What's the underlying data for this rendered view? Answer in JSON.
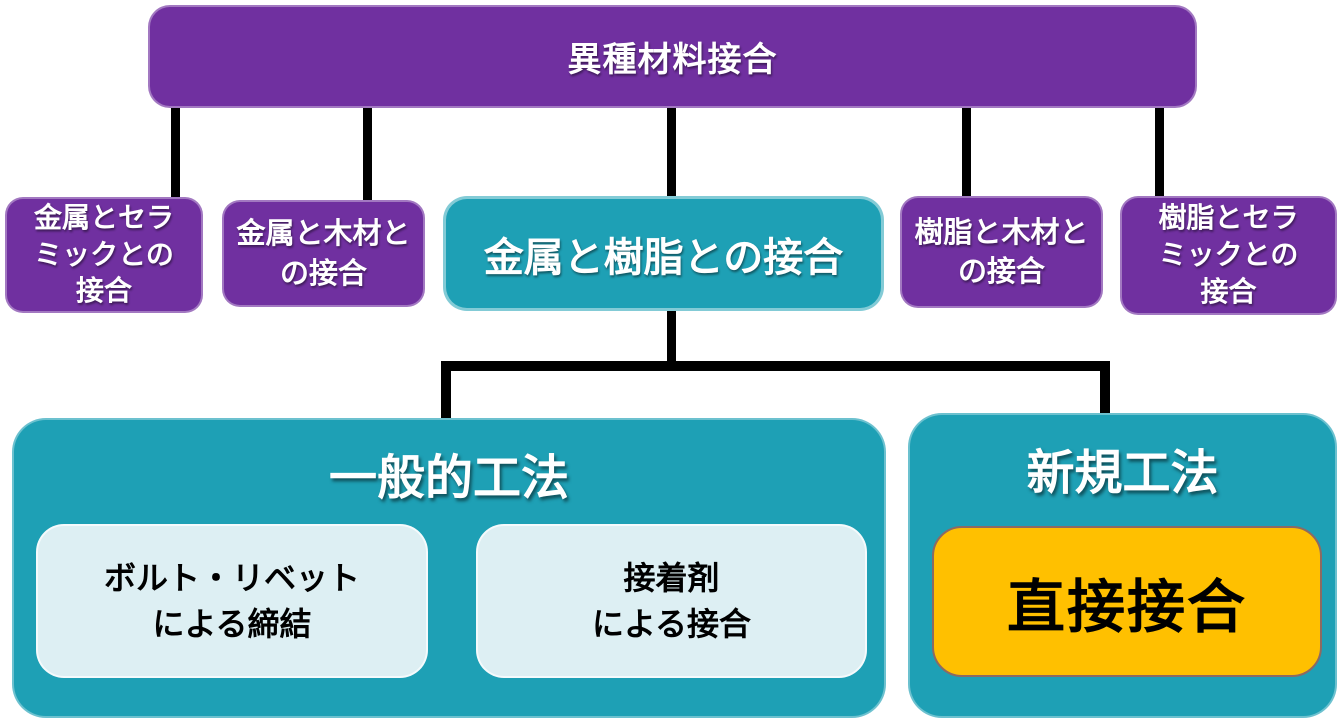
{
  "diagram": {
    "root": {
      "label": "異種材料接合"
    },
    "branches": [
      {
        "label": "金属とセラ\nミックとの\n接合"
      },
      {
        "label": "金属と木材と\nの接合"
      },
      {
        "label": "金属と樹脂との接合",
        "highlight": true
      },
      {
        "label": "樹脂と木材と\nの接合"
      },
      {
        "label": "樹脂とセラ\nミックとの\n接合"
      }
    ],
    "groups": [
      {
        "title": "一般的工法",
        "items": [
          {
            "label": "ボルト・リベット\nによる締結"
          },
          {
            "label": "接着剤\nによる接合"
          }
        ]
      },
      {
        "title": "新規工法",
        "items": [
          {
            "label": "直接接合",
            "highlight": true
          }
        ]
      }
    ]
  },
  "colors": {
    "purple": "#7030A0",
    "teal": "#1EA0B5",
    "highlight_orange": "#FFC000",
    "light_cyan": "#DDEFF3",
    "connector_black": "#000000"
  }
}
